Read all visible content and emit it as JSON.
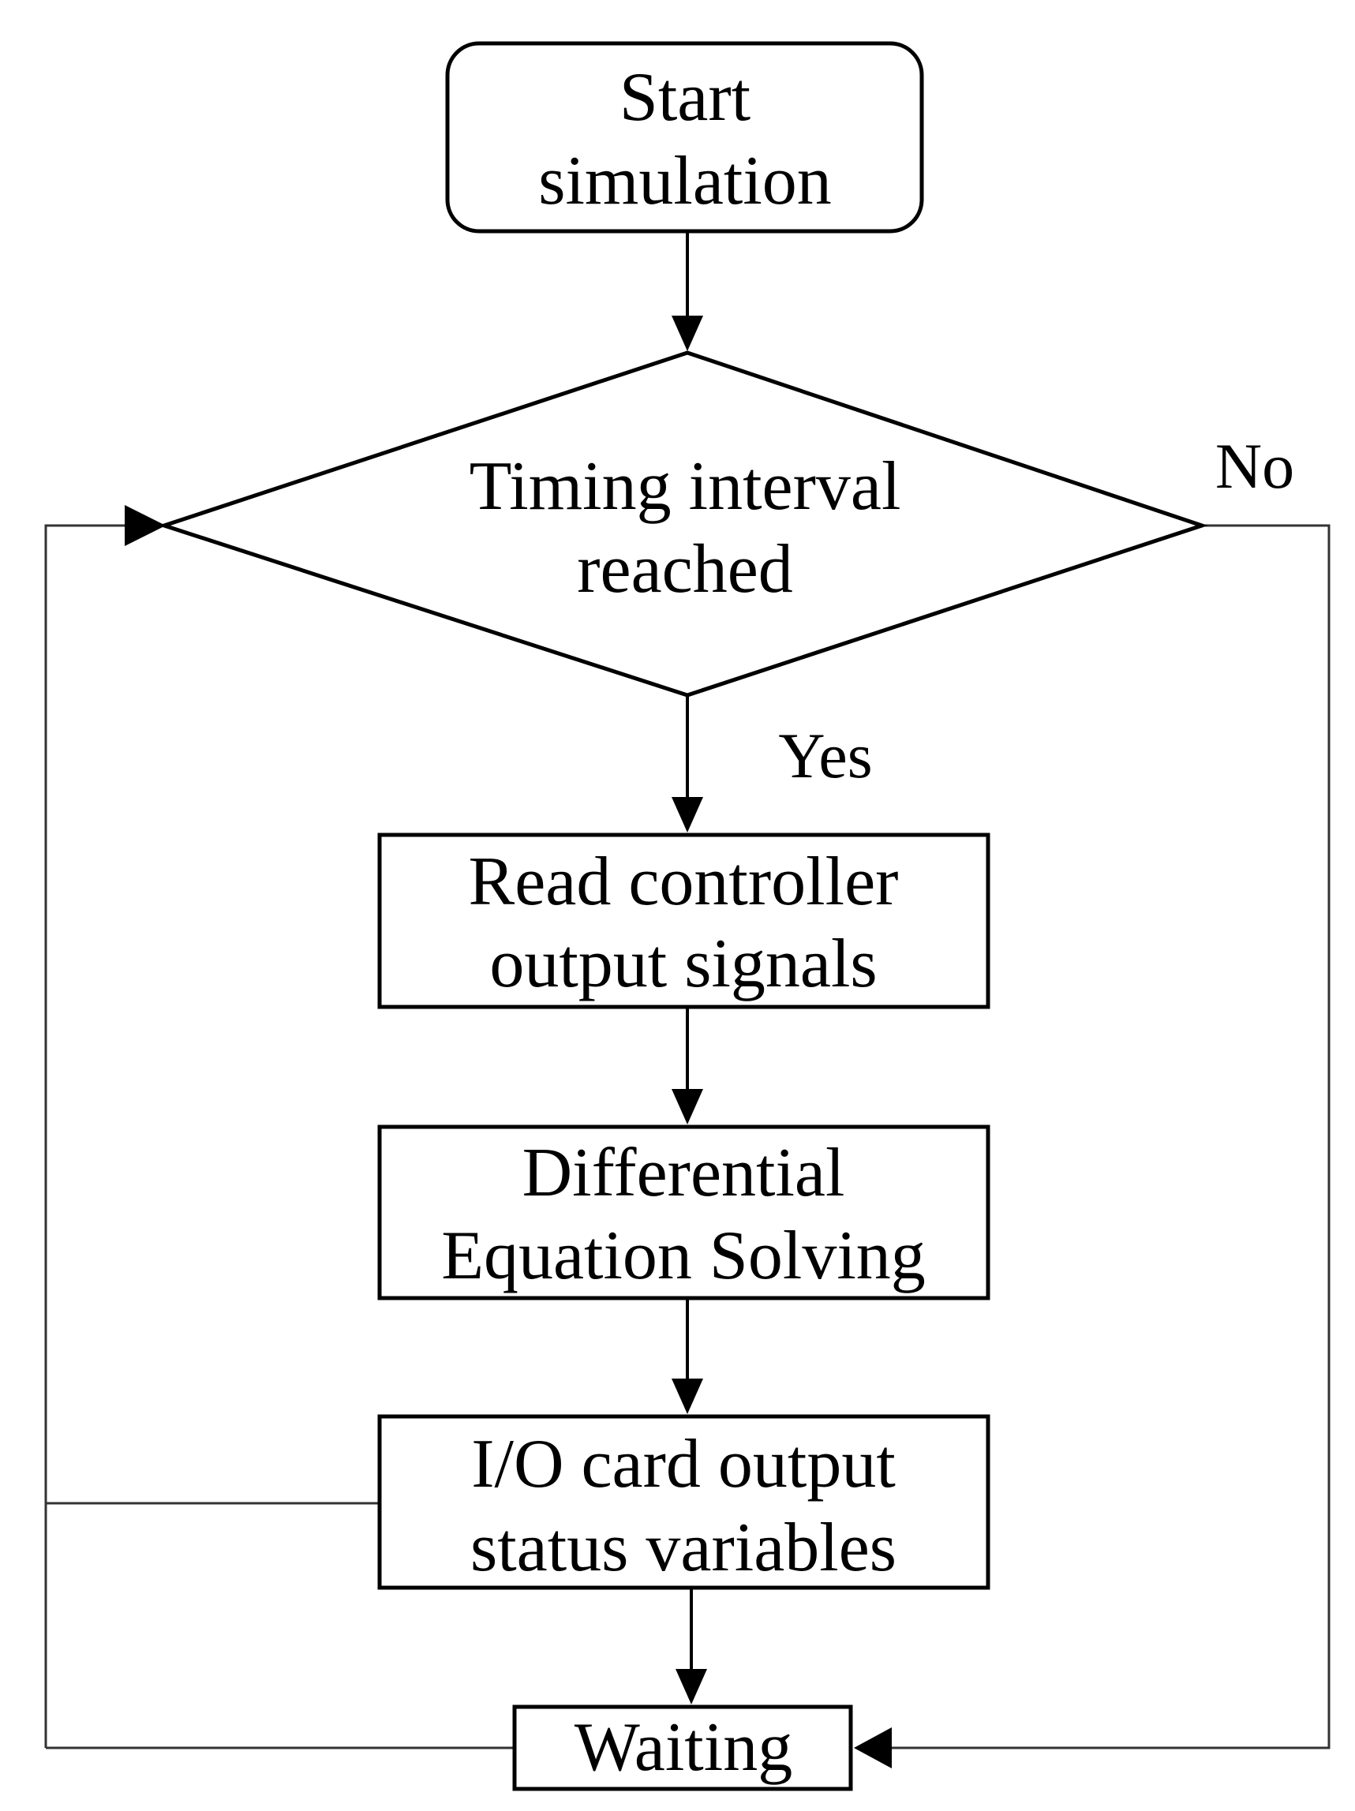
{
  "diagram": {
    "nodes": {
      "start": {
        "lines": [
          "Start",
          "simulation"
        ]
      },
      "decision": {
        "lines": [
          "Timing interval",
          "reached"
        ]
      },
      "read": {
        "lines": [
          "Read controller",
          "output signals"
        ]
      },
      "solve": {
        "lines": [
          "Differential",
          "Equation Solving"
        ]
      },
      "output": {
        "lines": [
          "I/O card output",
          "status variables"
        ]
      },
      "waiting": {
        "lines": [
          "Waiting"
        ]
      }
    },
    "edges": {
      "yes_label": "Yes",
      "no_label": "No"
    }
  }
}
